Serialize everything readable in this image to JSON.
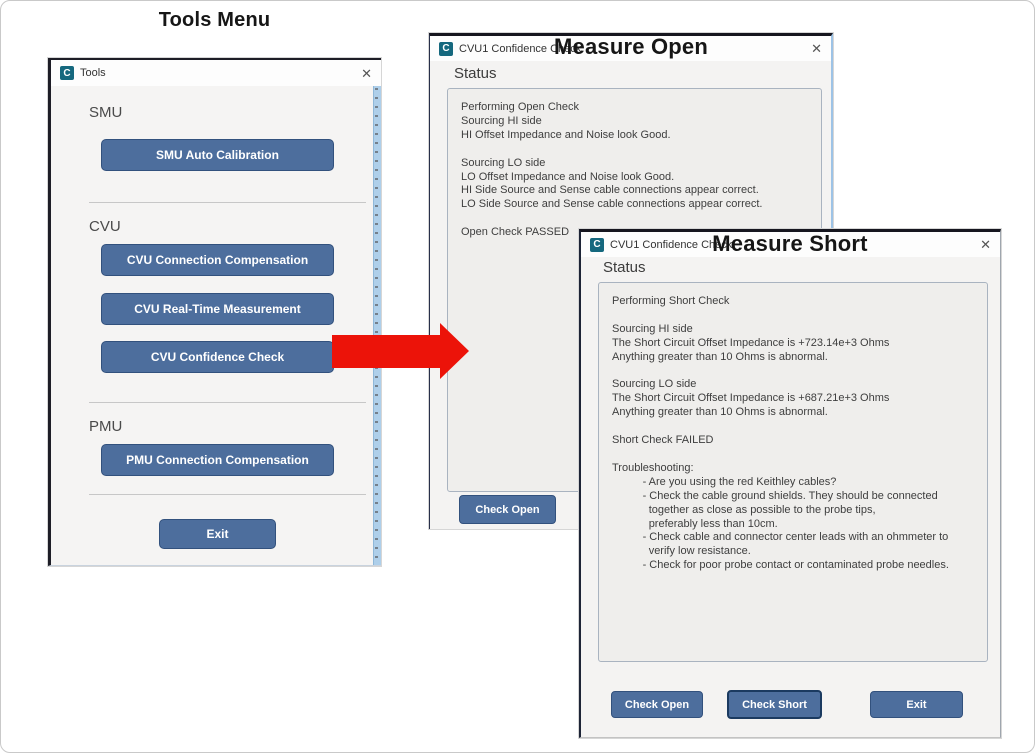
{
  "annotations": {
    "tools_menu_label": "Tools Menu",
    "measure_open_label": "Measure Open",
    "measure_short_label": "Measure Short"
  },
  "icons": {
    "app_icon_glyph": "C",
    "close_glyph": "✕"
  },
  "colors": {
    "button_blue": "#4d6e9d",
    "button_border": "#32517d",
    "arrow_red": "#ec1309",
    "app_icon_teal": "#15687e"
  },
  "tools_window": {
    "title": "Tools",
    "sections": [
      {
        "header": "SMU",
        "buttons": [
          "SMU Auto Calibration"
        ]
      },
      {
        "header": "CVU",
        "buttons": [
          "CVU Connection Compensation",
          "CVU Real-Time Measurement",
          "CVU Confidence Check"
        ]
      },
      {
        "header": "PMU",
        "buttons": [
          "PMU Connection Compensation"
        ]
      }
    ],
    "exit_label": "Exit"
  },
  "measure_open_window": {
    "title": "CVU1 Confidence Check",
    "status_label": "Status",
    "status_lines": [
      "Performing Open Check",
      "Sourcing HI side",
      "HI Offset Impedance and Noise look Good.",
      "",
      "Sourcing LO side",
      "LO Offset Impedance and Noise look Good.",
      "HI Side Source and Sense cable connections appear correct.",
      "LO Side Source and Sense cable connections appear correct.",
      "",
      "Open Check PASSED"
    ],
    "check_open_label": "Check Open"
  },
  "measure_short_window": {
    "title": "CVU1 Confidence Check",
    "status_label": "Status",
    "status_lines": [
      "Performing Short Check",
      "",
      "Sourcing HI side",
      "The Short Circuit Offset Impedance is +723.14e+3 Ohms",
      "Anything greater than 10 Ohms is abnormal.",
      "",
      "Sourcing LO side",
      "The Short Circuit Offset Impedance is +687.21e+3 Ohms",
      "Anything greater than 10 Ohms is abnormal.",
      "",
      "Short Check FAILED",
      "",
      "Troubleshooting:",
      "          - Are you using the red Keithley cables?",
      "          - Check the cable ground shields. They should be connected",
      "            together as close as possible to the probe tips,",
      "            preferably less than 10cm.",
      "          - Check cable and connector center leads with an ohmmeter to",
      "            verify low resistance.",
      "          - Check for poor probe contact or contaminated probe needles."
    ],
    "check_open_label": "Check Open",
    "check_short_label": "Check Short",
    "exit_label": "Exit"
  }
}
